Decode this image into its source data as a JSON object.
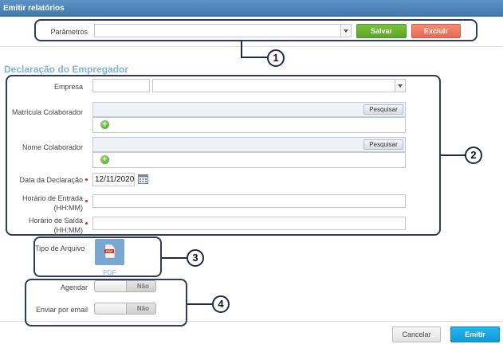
{
  "window": {
    "title": "Emitir relatórios"
  },
  "params": {
    "label": "Parâmetros",
    "value": "",
    "save_label": "Salvar",
    "delete_label": "Excluir"
  },
  "section": {
    "title": "Declaração do Empregador"
  },
  "form": {
    "empresa_label": "Empresa",
    "empresa_code": "",
    "empresa_name": "",
    "matricula_label": "Matrícula Colaborador",
    "matricula_value": "",
    "nome_label": "Nome Colaborador",
    "nome_value": "",
    "search_label": "Pesquisar",
    "data_label": "Data da Declaração",
    "data_value": "12/11/2020",
    "entrada_label_1": "Horário de Entrada",
    "entrada_label_2": "(HH:MM)",
    "entrada_value": "",
    "saida_label_1": "Horário de Saída",
    "saida_label_2": "(HH:MM)",
    "saida_value": ""
  },
  "file": {
    "label": "Tipo de Arquivo",
    "icon_text": "PDF",
    "caption": "PDF"
  },
  "schedule": {
    "agendar_label": "Agendar",
    "agendar_state": "Não",
    "email_label": "Enviar por email",
    "email_state": "Não"
  },
  "footer": {
    "cancel_label": "Cancelar",
    "emit_label": "Emitir"
  },
  "callouts": [
    "1",
    "2",
    "3",
    "4"
  ],
  "icons": {
    "dropdown": "chevron-down-icon",
    "add": "add-circle-icon",
    "calendar": "calendar-icon",
    "pdf": "pdf-file-icon"
  },
  "colors": {
    "titlebar": "#4a84b9",
    "save": "#66b12c",
    "delete": "#ec7660",
    "emit": "#17a6e3",
    "section_title": "#7fb3d8",
    "callout": "#2f3b5c",
    "required": "#d12a2a"
  }
}
